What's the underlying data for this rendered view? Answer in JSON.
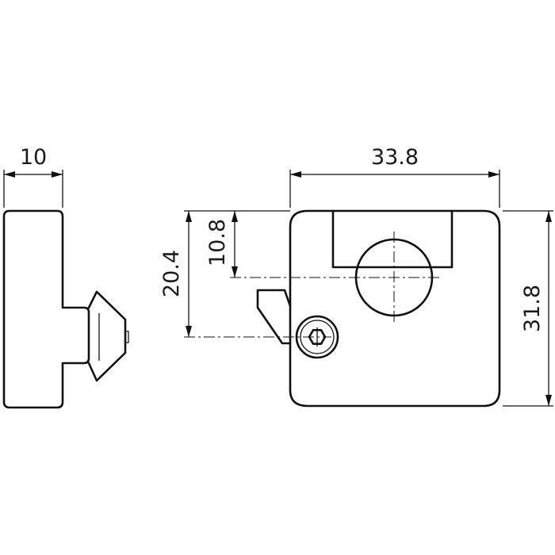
{
  "dimensions": {
    "side_width": "10",
    "front_width": "33.8",
    "front_height": "31.8",
    "hole_offset": "10.8",
    "screw_offset": "20.4"
  },
  "colors": {
    "line": "#111111",
    "background": "#ffffff"
  }
}
